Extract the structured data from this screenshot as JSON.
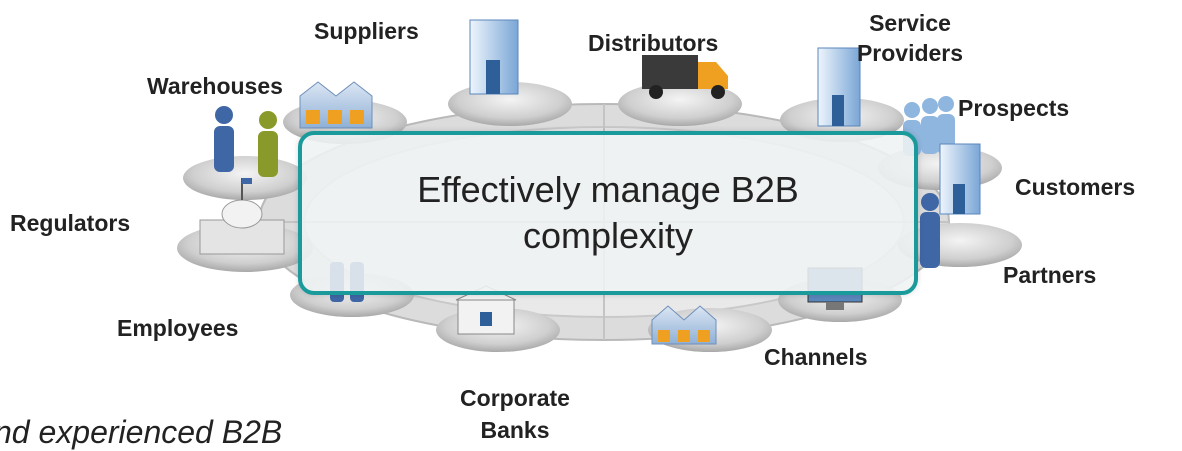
{
  "center": {
    "text": "Effectively manage B2B complexity"
  },
  "nodes": {
    "suppliers": "Suppliers",
    "distributors": "Distributors",
    "service_providers": "Service Providers",
    "warehouses": "Warehouses",
    "prospects": "Prospects",
    "customers": "Customers",
    "regulators": "Regulators",
    "partners": "Partners",
    "employees": "Employees",
    "channels": "Channels",
    "corporate_banks": "Corporate Banks"
  },
  "footer": {
    "text": "nd experienced B2B"
  },
  "colors": {
    "accent": "#1a9a9a",
    "disc": "#c8c8c8",
    "building": "#6f9fd0",
    "person": "#3f67a6",
    "person_alt": "#8a9a2a",
    "truck": "#f0a020"
  }
}
